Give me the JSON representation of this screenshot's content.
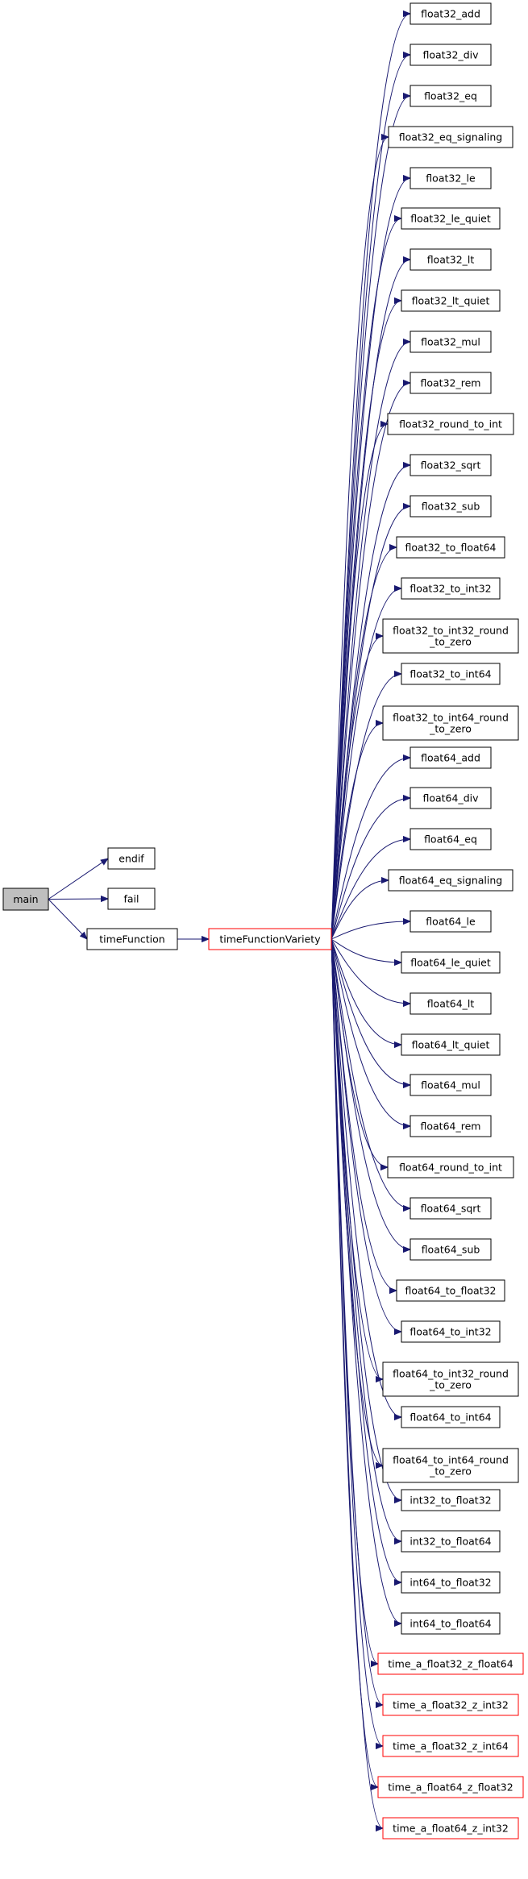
{
  "nodes": [
    {
      "id": "main",
      "lines": [
        "main"
      ]
    },
    {
      "id": "endif",
      "lines": [
        "endif"
      ]
    },
    {
      "id": "fail",
      "lines": [
        "fail"
      ]
    },
    {
      "id": "timeFunction",
      "lines": [
        "timeFunction"
      ]
    },
    {
      "id": "timeFunctionVariety",
      "lines": [
        "timeFunctionVariety"
      ]
    },
    {
      "id": "float32_add",
      "lines": [
        "float32_add"
      ]
    },
    {
      "id": "float32_div",
      "lines": [
        "float32_div"
      ]
    },
    {
      "id": "float32_eq",
      "lines": [
        "float32_eq"
      ]
    },
    {
      "id": "float32_eq_signaling",
      "lines": [
        "float32_eq_signaling"
      ]
    },
    {
      "id": "float32_le",
      "lines": [
        "float32_le"
      ]
    },
    {
      "id": "float32_le_quiet",
      "lines": [
        "float32_le_quiet"
      ]
    },
    {
      "id": "float32_lt",
      "lines": [
        "float32_lt"
      ]
    },
    {
      "id": "float32_lt_quiet",
      "lines": [
        "float32_lt_quiet"
      ]
    },
    {
      "id": "float32_mul",
      "lines": [
        "float32_mul"
      ]
    },
    {
      "id": "float32_rem",
      "lines": [
        "float32_rem"
      ]
    },
    {
      "id": "float32_round_to_int",
      "lines": [
        "float32_round_to_int"
      ]
    },
    {
      "id": "float32_sqrt",
      "lines": [
        "float32_sqrt"
      ]
    },
    {
      "id": "float32_sub",
      "lines": [
        "float32_sub"
      ]
    },
    {
      "id": "float32_to_float64",
      "lines": [
        "float32_to_float64"
      ]
    },
    {
      "id": "float32_to_int32",
      "lines": [
        "float32_to_int32"
      ]
    },
    {
      "id": "float32_to_int32_round_to_zero",
      "lines": [
        "float32_to_int32_round",
        "_to_zero"
      ]
    },
    {
      "id": "float32_to_int64",
      "lines": [
        "float32_to_int64"
      ]
    },
    {
      "id": "float32_to_int64_round_to_zero",
      "lines": [
        "float32_to_int64_round",
        "_to_zero"
      ]
    },
    {
      "id": "float64_add",
      "lines": [
        "float64_add"
      ]
    },
    {
      "id": "float64_div",
      "lines": [
        "float64_div"
      ]
    },
    {
      "id": "float64_eq",
      "lines": [
        "float64_eq"
      ]
    },
    {
      "id": "float64_eq_signaling",
      "lines": [
        "float64_eq_signaling"
      ]
    },
    {
      "id": "float64_le",
      "lines": [
        "float64_le"
      ]
    },
    {
      "id": "float64_le_quiet",
      "lines": [
        "float64_le_quiet"
      ]
    },
    {
      "id": "float64_lt",
      "lines": [
        "float64_lt"
      ]
    },
    {
      "id": "float64_lt_quiet",
      "lines": [
        "float64_lt_quiet"
      ]
    },
    {
      "id": "float64_mul",
      "lines": [
        "float64_mul"
      ]
    },
    {
      "id": "float64_rem",
      "lines": [
        "float64_rem"
      ]
    },
    {
      "id": "float64_round_to_int",
      "lines": [
        "float64_round_to_int"
      ]
    },
    {
      "id": "float64_sqrt",
      "lines": [
        "float64_sqrt"
      ]
    },
    {
      "id": "float64_sub",
      "lines": [
        "float64_sub"
      ]
    },
    {
      "id": "float64_to_float32",
      "lines": [
        "float64_to_float32"
      ]
    },
    {
      "id": "float64_to_int32",
      "lines": [
        "float64_to_int32"
      ]
    },
    {
      "id": "float64_to_int32_round_to_zero",
      "lines": [
        "float64_to_int32_round",
        "_to_zero"
      ]
    },
    {
      "id": "float64_to_int64",
      "lines": [
        "float64_to_int64"
      ]
    },
    {
      "id": "float64_to_int64_round_to_zero",
      "lines": [
        "float64_to_int64_round",
        "_to_zero"
      ]
    },
    {
      "id": "int32_to_float32",
      "lines": [
        "int32_to_float32"
      ]
    },
    {
      "id": "int32_to_float64",
      "lines": [
        "int32_to_float64"
      ]
    },
    {
      "id": "int64_to_float32",
      "lines": [
        "int64_to_float32"
      ]
    },
    {
      "id": "int64_to_float64",
      "lines": [
        "int64_to_float64"
      ]
    },
    {
      "id": "time_a_float32_z_float64",
      "lines": [
        "time_a_float32_z_float64"
      ]
    },
    {
      "id": "time_a_float32_z_int32",
      "lines": [
        "time_a_float32_z_int32"
      ]
    },
    {
      "id": "time_a_float32_z_int64",
      "lines": [
        "time_a_float32_z_int64"
      ]
    },
    {
      "id": "time_a_float64_z_float32",
      "lines": [
        "time_a_float64_z_float32"
      ]
    },
    {
      "id": "time_a_float64_z_int32",
      "lines": [
        "time_a_float64_z_int32"
      ]
    }
  ],
  "edges": [
    [
      "main",
      "endif"
    ],
    [
      "main",
      "fail"
    ],
    [
      "main",
      "timeFunction"
    ],
    [
      "timeFunction",
      "timeFunctionVariety"
    ],
    [
      "timeFunctionVariety",
      "float32_add"
    ],
    [
      "timeFunctionVariety",
      "float32_div"
    ],
    [
      "timeFunctionVariety",
      "float32_eq"
    ],
    [
      "timeFunctionVariety",
      "float32_eq_signaling"
    ],
    [
      "timeFunctionVariety",
      "float32_le"
    ],
    [
      "timeFunctionVariety",
      "float32_le_quiet"
    ],
    [
      "timeFunctionVariety",
      "float32_lt"
    ],
    [
      "timeFunctionVariety",
      "float32_lt_quiet"
    ],
    [
      "timeFunctionVariety",
      "float32_mul"
    ],
    [
      "timeFunctionVariety",
      "float32_rem"
    ],
    [
      "timeFunctionVariety",
      "float32_round_to_int"
    ],
    [
      "timeFunctionVariety",
      "float32_sqrt"
    ],
    [
      "timeFunctionVariety",
      "float32_sub"
    ],
    [
      "timeFunctionVariety",
      "float32_to_float64"
    ],
    [
      "timeFunctionVariety",
      "float32_to_int32"
    ],
    [
      "timeFunctionVariety",
      "float32_to_int32_round_to_zero"
    ],
    [
      "timeFunctionVariety",
      "float32_to_int64"
    ],
    [
      "timeFunctionVariety",
      "float32_to_int64_round_to_zero"
    ],
    [
      "timeFunctionVariety",
      "float64_add"
    ],
    [
      "timeFunctionVariety",
      "float64_div"
    ],
    [
      "timeFunctionVariety",
      "float64_eq"
    ],
    [
      "timeFunctionVariety",
      "float64_eq_signaling"
    ],
    [
      "timeFunctionVariety",
      "float64_le"
    ],
    [
      "timeFunctionVariety",
      "float64_le_quiet"
    ],
    [
      "timeFunctionVariety",
      "float64_lt"
    ],
    [
      "timeFunctionVariety",
      "float64_lt_quiet"
    ],
    [
      "timeFunctionVariety",
      "float64_mul"
    ],
    [
      "timeFunctionVariety",
      "float64_rem"
    ],
    [
      "timeFunctionVariety",
      "float64_round_to_int"
    ],
    [
      "timeFunctionVariety",
      "float64_sqrt"
    ],
    [
      "timeFunctionVariety",
      "float64_sub"
    ],
    [
      "timeFunctionVariety",
      "float64_to_float32"
    ],
    [
      "timeFunctionVariety",
      "float64_to_int32"
    ],
    [
      "timeFunctionVariety",
      "float64_to_int32_round_to_zero"
    ],
    [
      "timeFunctionVariety",
      "float64_to_int64"
    ],
    [
      "timeFunctionVariety",
      "float64_to_int64_round_to_zero"
    ],
    [
      "timeFunctionVariety",
      "int32_to_float32"
    ],
    [
      "timeFunctionVariety",
      "int32_to_float64"
    ],
    [
      "timeFunctionVariety",
      "int64_to_float32"
    ],
    [
      "timeFunctionVariety",
      "int64_to_float64"
    ],
    [
      "timeFunctionVariety",
      "time_a_float32_z_float64"
    ],
    [
      "timeFunctionVariety",
      "time_a_float32_z_int32"
    ],
    [
      "timeFunctionVariety",
      "time_a_float32_z_int64"
    ],
    [
      "timeFunctionVariety",
      "time_a_float64_z_float32"
    ],
    [
      "timeFunctionVariety",
      "time_a_float64_z_int32"
    ]
  ],
  "colors": {
    "edge": "#191970",
    "node_border": "#000000",
    "node_border_highlight": "#ff0000",
    "node_fill": "#ffffff",
    "node_fill_current": "#bfbfbf"
  }
}
